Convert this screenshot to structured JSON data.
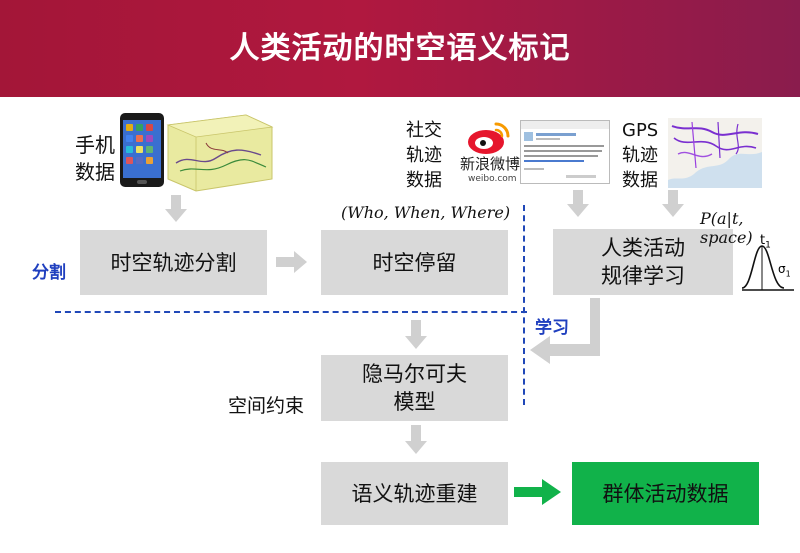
{
  "header": {
    "title": "人类活动的时空语义标记"
  },
  "sources": {
    "phone_label": "手机\n数据",
    "social_label": "社交\n轨迹\n数据",
    "weibo_brand": "新浪微博",
    "weibo_domain": "weibo.com",
    "gps_label": "GPS\n轨迹\n数据"
  },
  "nodes": {
    "segmentation": "时空轨迹分割",
    "stay": "时空停留",
    "activity_learning": "人类活动\n规律学习",
    "hmm": "隐马尔可夫\n模型",
    "reconstruction": "语义轨迹重建",
    "group_data": "群体活动数据"
  },
  "annotations": {
    "who_when_where": "(Who, When, Where)",
    "probability": "P(a|t, space)",
    "spatial_constraint": "空间约束",
    "t1": "t",
    "t1_sub": "1",
    "sigma": "σ",
    "sigma_sub": "1"
  },
  "phases": {
    "segment": "分割",
    "learn": "学习"
  },
  "colors": {
    "header_start": "#a31638",
    "header_end": "#8a1c4d",
    "phase_blue": "#1f3fbf",
    "box_gray": "#d9d9d9",
    "box_green": "#11b24a",
    "arrow_green": "#11b24a",
    "arrow_gray": "#d0d0d0"
  }
}
